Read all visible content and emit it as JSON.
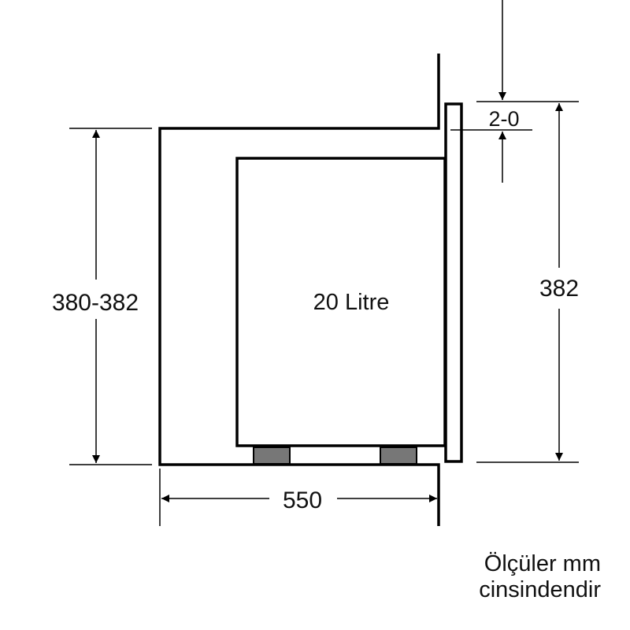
{
  "diagram": {
    "appliance_label": "20 Litre",
    "height_range_label": "380-382",
    "appliance_height_label": "382",
    "top_gap_label": "2-0",
    "depth_label": "550",
    "footnote_line1": "Ölçüler mm",
    "footnote_line2": "cinsindendir",
    "colors": {
      "line": "#000000",
      "feet": "#777777",
      "background": "#ffffff"
    }
  }
}
